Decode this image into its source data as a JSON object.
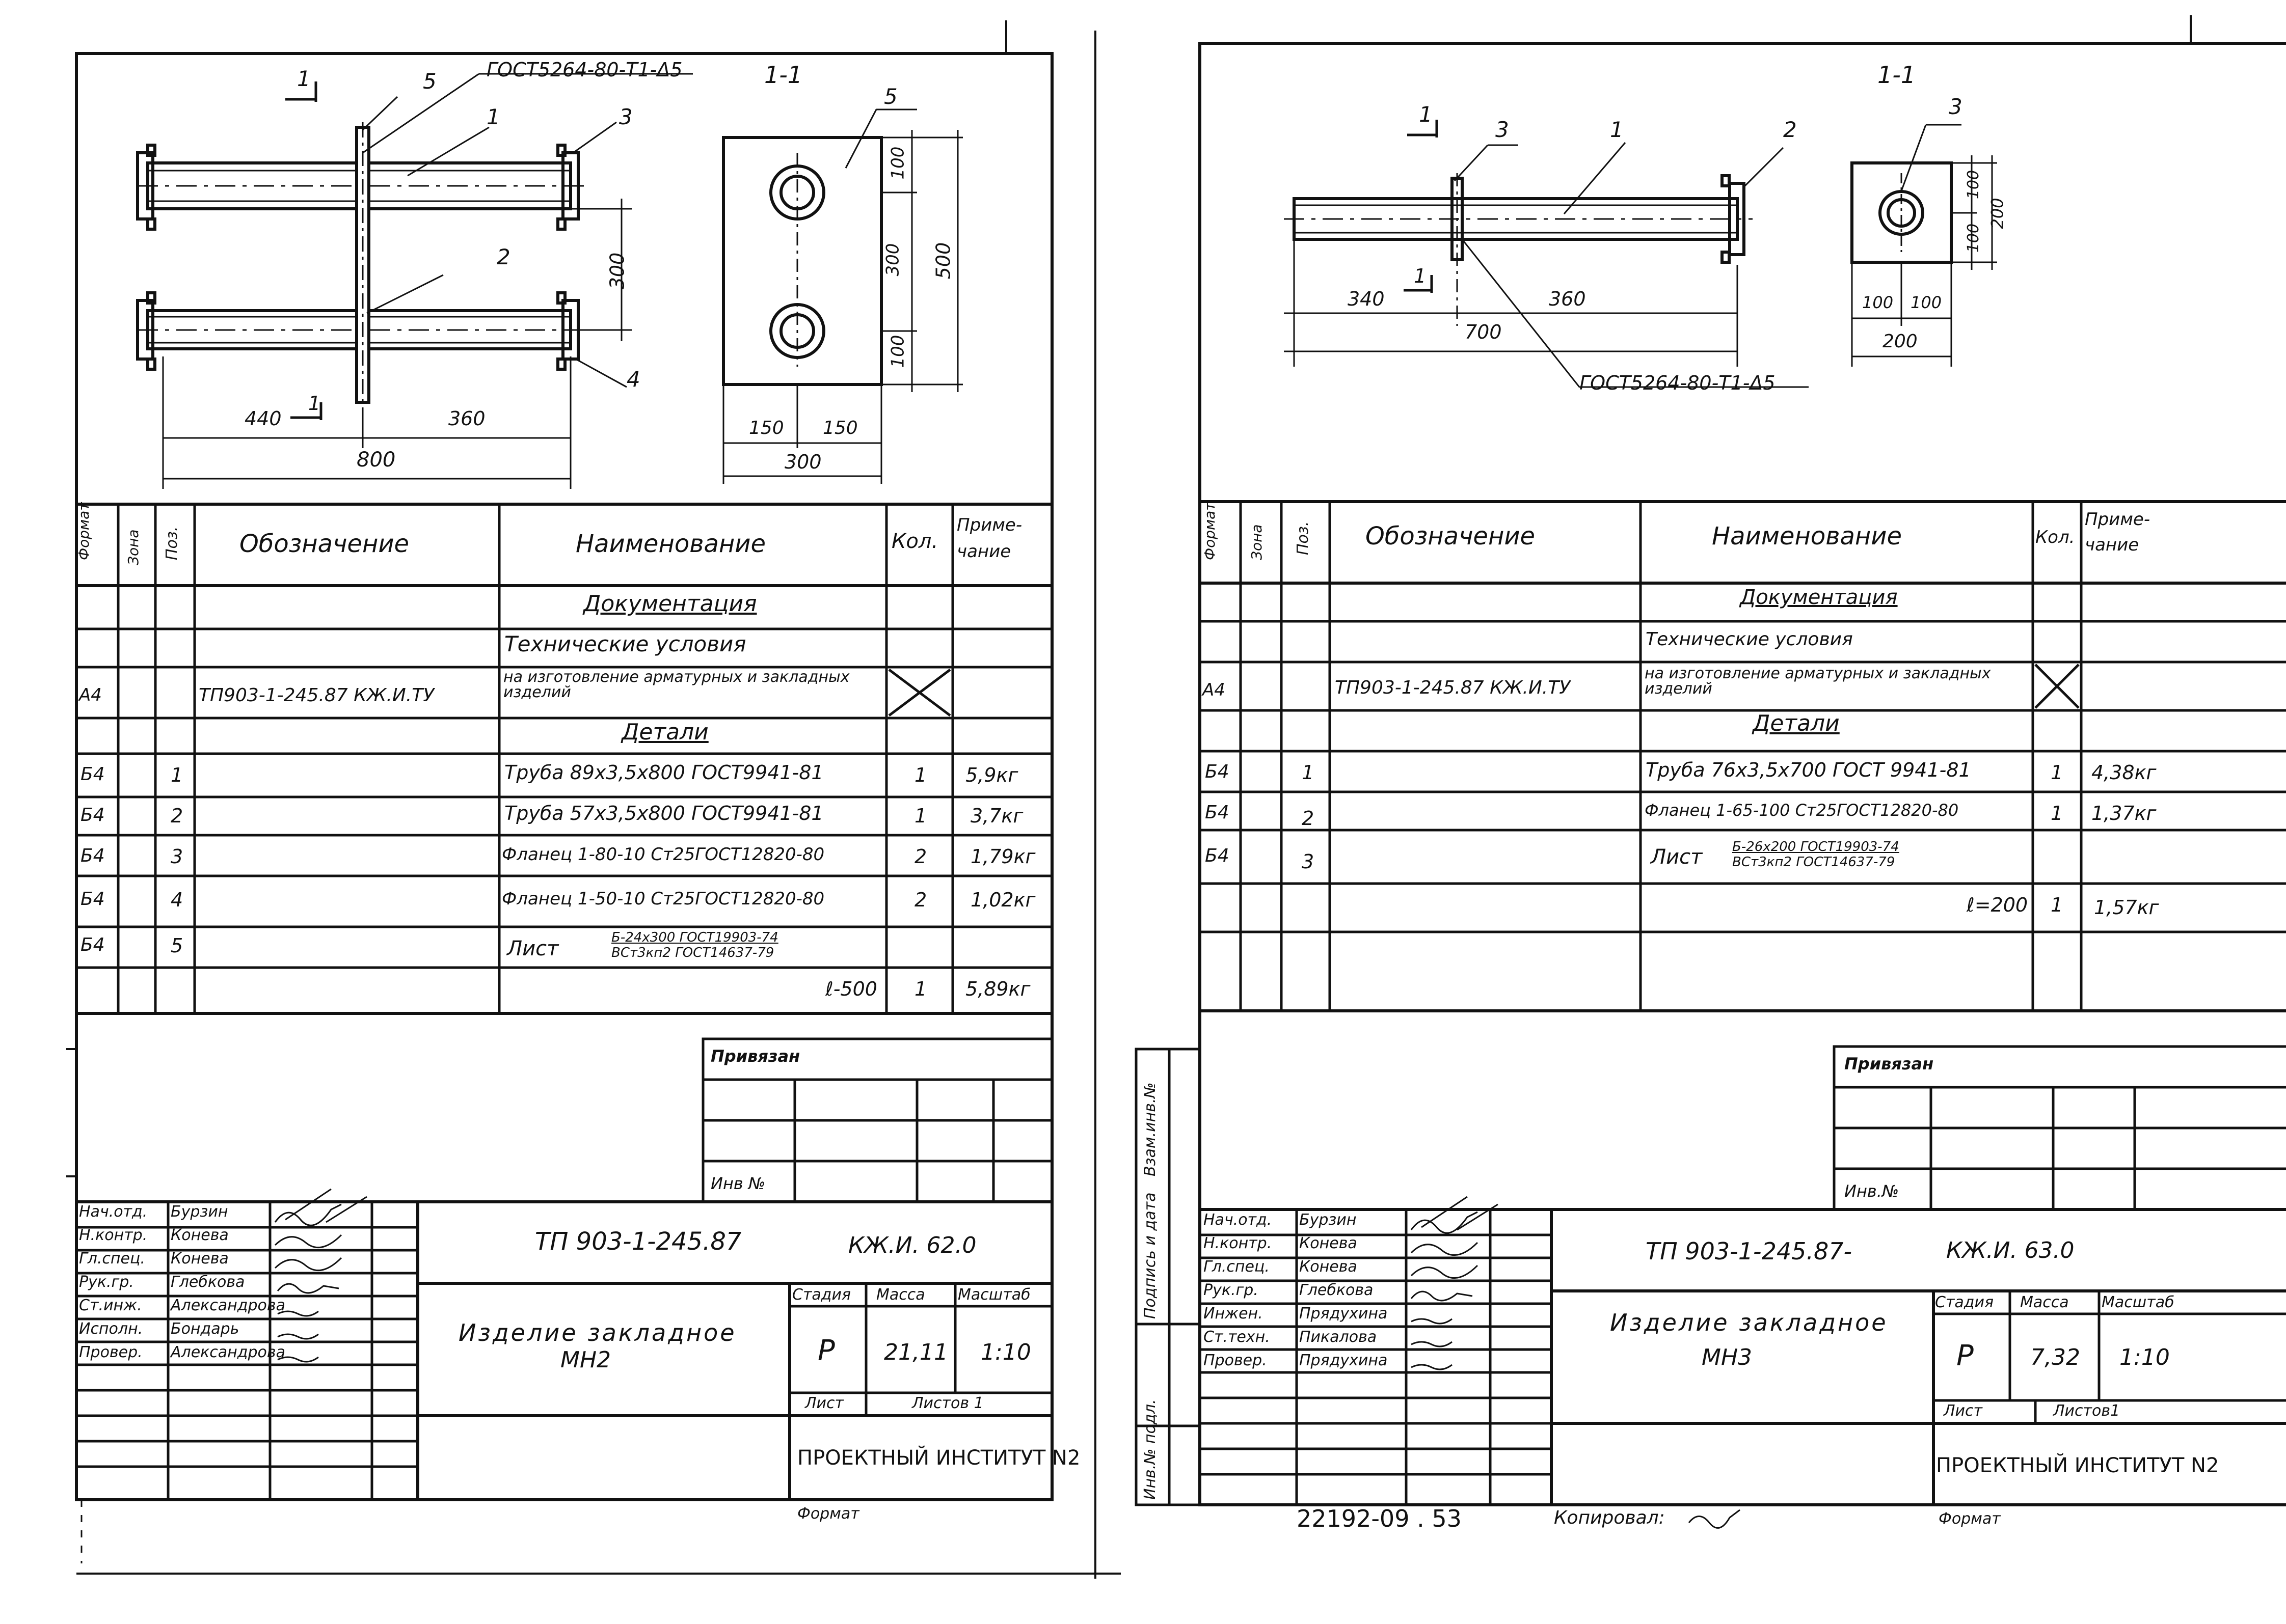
{
  "left": {
    "drawing": {
      "section_mark": "1",
      "section_label": "1-1",
      "gost_callout": "ГОСТ5264-80-Т1-Δ5",
      "pos_labels": [
        "5",
        "1",
        "3",
        "2",
        "4"
      ],
      "dims": {
        "d300": "300",
        "d440": "440",
        "d360": "360",
        "d800": "800",
        "d100a": "100",
        "d300b": "300",
        "d500": "500",
        "d100b": "100",
        "d150a": "150",
        "d150b": "150",
        "d300c": "300",
        "cut1": "1"
      },
      "section_pos": "5"
    },
    "spec_header": {
      "format": "Формат",
      "zone": "Зона",
      "pos": "Поз.",
      "designation": "Обозначение",
      "name": "Наименование",
      "qty": "Кол.",
      "note": "Приме-чание"
    },
    "spec_rows": [
      {
        "format": "",
        "pos": "",
        "designation": "",
        "name": "Документация",
        "qty": "",
        "note": ""
      },
      {
        "format": "",
        "pos": "",
        "designation": "",
        "name": "Технические условия",
        "qty": "",
        "note": ""
      },
      {
        "format": "А4",
        "pos": "",
        "designation": "ТП903-1-245.87 КЖ.И.ТУ",
        "name": "на изготовление арматурных и закладных изделий",
        "qty": "",
        "note": ""
      },
      {
        "format": "",
        "pos": "",
        "designation": "",
        "name": "Детали",
        "qty": "",
        "note": ""
      },
      {
        "format": "Б4",
        "pos": "1",
        "designation": "",
        "name": "Труба 89х3,5х800 ГОСТ9941-81",
        "qty": "1",
        "note": "5,9кг"
      },
      {
        "format": "Б4",
        "pos": "2",
        "designation": "",
        "name": "Труба 57х3,5х800 ГОСТ9941-81",
        "qty": "1",
        "note": "3,7кг"
      },
      {
        "format": "Б4",
        "pos": "3",
        "designation": "",
        "name": "Фланец 1-80-10 Ст25ГОСТ12820-80",
        "qty": "2",
        "note": "1,79кг"
      },
      {
        "format": "Б4",
        "pos": "4",
        "designation": "",
        "name": "Фланец 1-50-10 Ст25ГОСТ12820-80",
        "qty": "2",
        "note": "1,02кг"
      },
      {
        "format": "Б4",
        "pos": "5",
        "designation": "",
        "name": "Лист",
        "name_top": "Б-24х300 ГОСТ19903-74",
        "name_bot": "ВСт3кп2 ГОСТ14637-79",
        "qty": "",
        "note": ""
      },
      {
        "format": "",
        "pos": "",
        "designation": "",
        "name": "ℓ-500",
        "qty": "1",
        "note": "5,89кг"
      }
    ],
    "binding": {
      "label": "Привязан",
      "inv": "Инв №"
    },
    "title_block": {
      "roles": [
        "Нач.отд.",
        "Н.контр.",
        "Гл.спец.",
        "Рук.гр.",
        "Ст.инж.",
        "Исполн.",
        "Провер."
      ],
      "names": [
        "Бурзин",
        "Конева",
        "Конева",
        "Глебкова",
        "Александрова",
        "Бондарь",
        "Александрова"
      ],
      "code": "ТП 903-1-245.87",
      "sheet_code": "КЖ.И. 62.0",
      "title": "Изделие закладное",
      "subtitle": "МН2",
      "stage_h": "Стадия",
      "mass_h": "Масса",
      "scale_h": "Масштаб",
      "stage": "Р",
      "mass": "21,11",
      "scale": "1:10",
      "sheet_h": "Лист",
      "sheets_h": "Листов 1",
      "org": "ПРОЕКТНЫЙ ИНСТИТУТ N2",
      "format": "Формат"
    }
  },
  "right": {
    "drawing": {
      "section_mark": "1",
      "section_label": "1-1",
      "gost_callout": "ГОСТ5264-80-Т1-Δ5",
      "pos_labels": [
        "3",
        "1",
        "2"
      ],
      "dims": {
        "d340": "340",
        "d360": "360",
        "d700": "700",
        "d100a": "100",
        "d200a": "200",
        "d100b": "100",
        "d100c": "100",
        "d100d": "100",
        "d200b": "200",
        "cut1": "1"
      },
      "section_pos": "3"
    },
    "spec_header": {
      "format": "Формат",
      "zone": "Зона",
      "pos": "Поз.",
      "designation": "Обозначение",
      "name": "Наименование",
      "qty": "Кол.",
      "note": "Приме-чание"
    },
    "spec_rows": [
      {
        "format": "",
        "pos": "",
        "designation": "",
        "name": "Документация",
        "qty": "",
        "note": ""
      },
      {
        "format": "",
        "pos": "",
        "designation": "",
        "name": "Технические условия",
        "qty": "",
        "note": ""
      },
      {
        "format": "А4",
        "pos": "",
        "designation": "ТП903-1-245.87 КЖ.И.ТУ",
        "name": "на изготовление арматурных и закладных изделий",
        "qty": "",
        "note": ""
      },
      {
        "format": "",
        "pos": "",
        "designation": "",
        "name": "Детали",
        "qty": "",
        "note": ""
      },
      {
        "format": "Б4",
        "pos": "1",
        "designation": "",
        "name": "Труба 76х3,5х700 ГОСТ 9941-81",
        "qty": "1",
        "note": "4,38кг"
      },
      {
        "format": "Б4",
        "pos": "2",
        "designation": "",
        "name": "Фланец 1-65-100 Ст25ГОСТ12820-80",
        "qty": "1",
        "note": "1,37кг"
      },
      {
        "format": "Б4",
        "pos": "3",
        "designation": "",
        "name": "Лист",
        "name_top": "Б-26х200 ГОСТ19903-74",
        "name_bot": "ВСт3кп2 ГОСТ14637-79",
        "qty": "",
        "note": ""
      },
      {
        "format": "",
        "pos": "",
        "designation": "",
        "name": "ℓ=200",
        "qty": "1",
        "note": "1,57кг"
      }
    ],
    "binding": {
      "label": "Привязан",
      "inv": "Инв.№"
    },
    "side_stamp": [
      "Инв.№ подл.",
      "Подпись и дата",
      "Взам.инв.№"
    ],
    "title_block": {
      "roles": [
        "Нач.отд.",
        "Н.контр.",
        "Гл.спец.",
        "Рук.гр.",
        "Инжен.",
        "Ст.техн.",
        "Провер."
      ],
      "names": [
        "Бурзин",
        "Конева",
        "Конева",
        "Глебкова",
        "Прядухина",
        "Пикалова",
        "Прядухина"
      ],
      "code": "ТП 903-1-245.87-",
      "sheet_code": "КЖ.И. 63.0",
      "title": "Изделие закладное",
      "subtitle": "МН3",
      "stage_h": "Стадия",
      "mass_h": "Масса",
      "scale_h": "Масштаб",
      "stage": "Р",
      "mass": "7,32",
      "scale": "1:10",
      "sheet_h": "Лист",
      "sheets_h": "Листов1",
      "org": "ПРОЕКТНЫЙ ИНСТИТУТ N2",
      "format": "Формат"
    },
    "footer": {
      "number": "22192-09 . 53",
      "copied": "Копировал:"
    }
  }
}
